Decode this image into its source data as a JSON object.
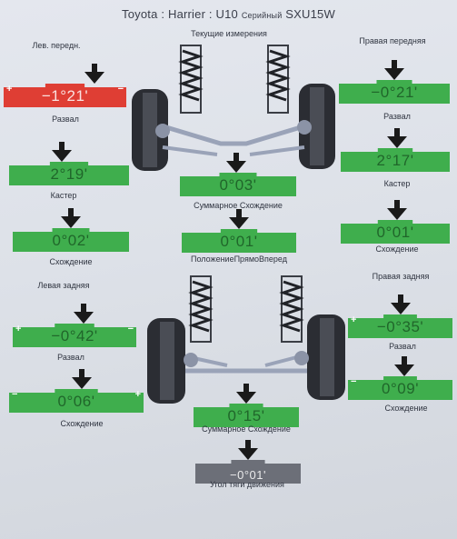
{
  "header": {
    "title": "Toyota : Harrier : U10",
    "series_label": "Серийный",
    "series_code": "SXU15W"
  },
  "front": {
    "heading": "Текущие измерения",
    "left_label": "Лев. передн.",
    "right_label": "Правая передняя",
    "left_camber": {
      "value": "−1°21'",
      "caption": "Развал",
      "status": "red"
    },
    "right_camber": {
      "value": "−0°21'",
      "caption": "Развал",
      "status": "green"
    },
    "left_caster": {
      "value": "2°19'",
      "caption": "Кастер",
      "status": "green"
    },
    "right_caster": {
      "value": "2°17'",
      "caption": "Кастер",
      "status": "green"
    },
    "left_toe": {
      "value": "0°02'",
      "caption": "Схождение",
      "status": "green"
    },
    "right_toe": {
      "value": "0°01'",
      "caption": "Схождение",
      "status": "green"
    },
    "total_toe": {
      "value": "0°03'",
      "caption": "Суммарное Схождение",
      "status": "green"
    },
    "steer_position": {
      "value": "0°01'",
      "caption": "ПоложениеПрямоВперед",
      "status": "green"
    }
  },
  "rear": {
    "left_label": "Левая задняя",
    "right_label": "Правая задняя",
    "left_camber": {
      "value": "−0°42'",
      "caption": "Развал",
      "status": "green"
    },
    "right_camber": {
      "value": "−0°35'",
      "caption": "Развал",
      "status": "green"
    },
    "left_toe": {
      "value": "0°06'",
      "caption": "Схождение",
      "status": "green"
    },
    "right_toe": {
      "value": "0°09'",
      "caption": "Схождение",
      "status": "green"
    },
    "total_toe": {
      "value": "0°15'",
      "caption": "Суммарное Схождение",
      "status": "green"
    },
    "thrust_angle": {
      "value": "−0°01'",
      "caption": "Угол тяги движения",
      "status": "gray"
    }
  },
  "colors": {
    "in_spec": "#3fae4d",
    "out_of_spec": "#df3e34",
    "neutral": "#6c6f78"
  }
}
